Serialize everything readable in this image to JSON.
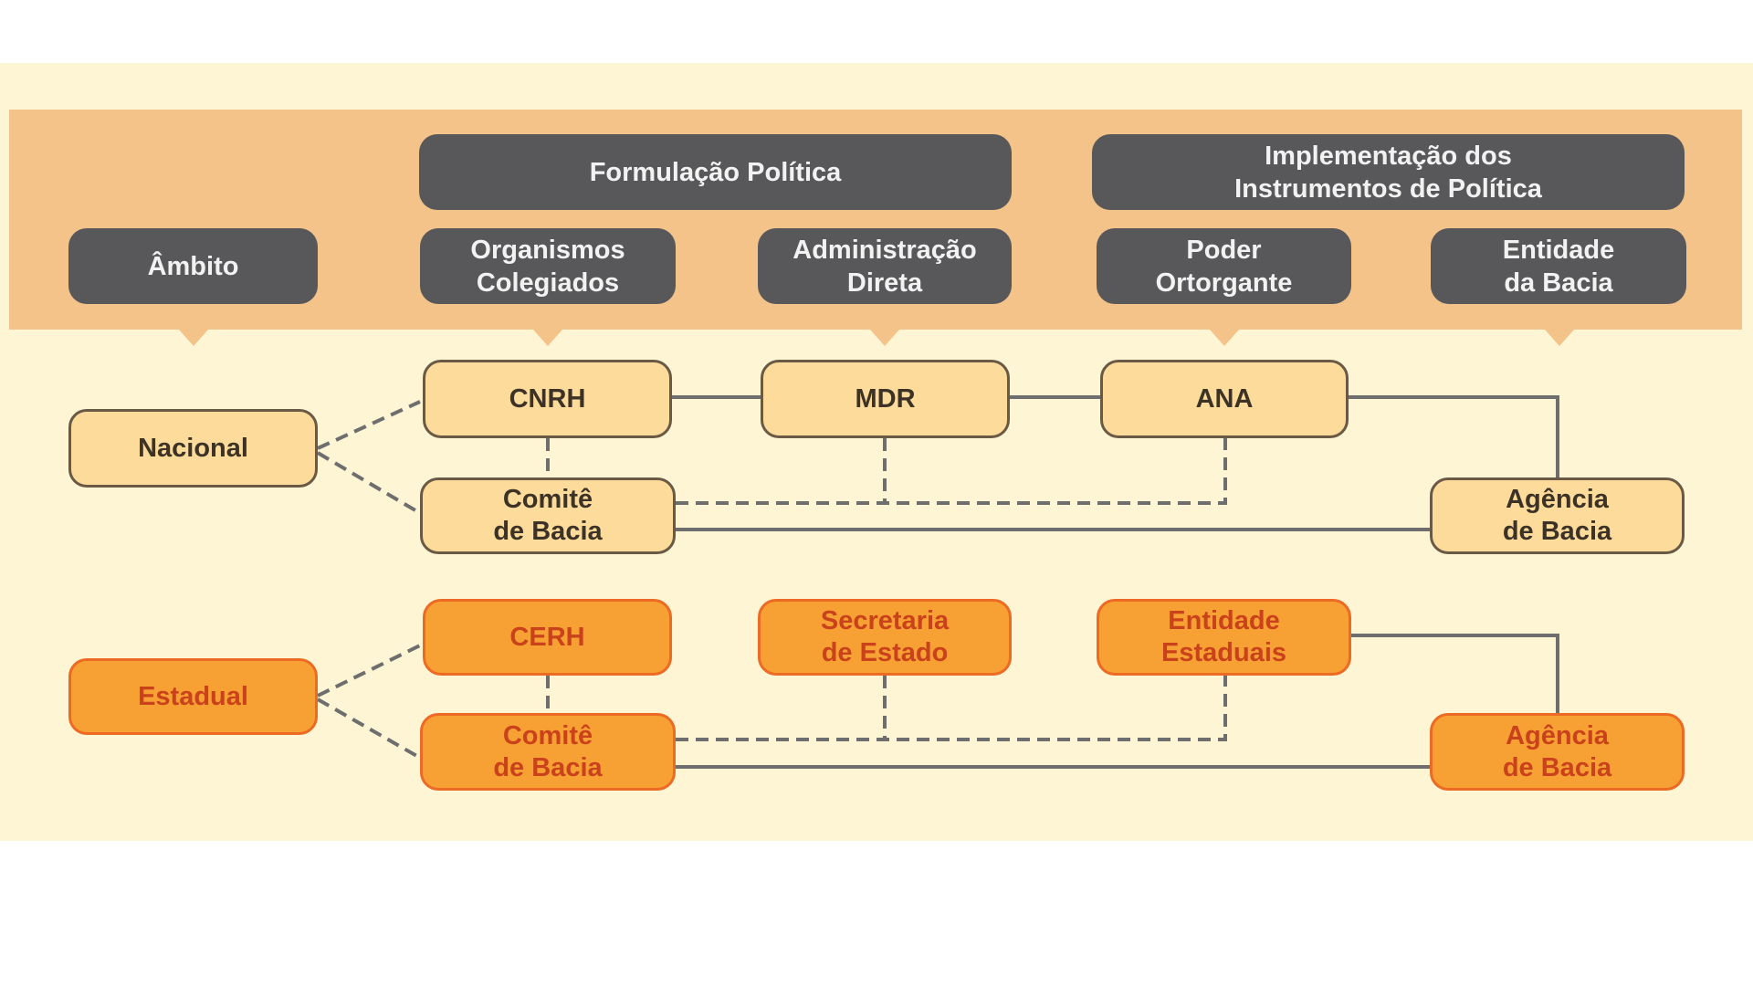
{
  "headers": {
    "formulacao": "Formulação Política",
    "implementacao": "Implementação dos\nInstrumentos de Política",
    "ambito": "Âmbito",
    "organismos": "Organismos\nColegiados",
    "administracao": "Administração\nDireta",
    "poder": "Poder\nOrtorgante",
    "entidade": "Entidade\nda Bacia"
  },
  "nacional": {
    "ambito": "Nacional",
    "colegiado": "CNRH",
    "administracao": "MDR",
    "poder": "ANA",
    "comite": "Comitê\nde Bacia",
    "agencia": "Agência\nde Bacia"
  },
  "estadual": {
    "ambito": "Estadual",
    "colegiado": "CERH",
    "administracao": "Secretaria\nde Estado",
    "poder": "Entidade\nEstaduais",
    "comite": "Comitê\nde Bacia",
    "agencia": "Agência\nde Bacia"
  },
  "colors": {
    "header_bg": "#58585a",
    "band_bg": "#f3c389",
    "nacional_fill": "#fddc9b",
    "estadual_fill": "#f7a033",
    "estadual_text": "#c9421b",
    "connector": "#6e6e6e"
  }
}
